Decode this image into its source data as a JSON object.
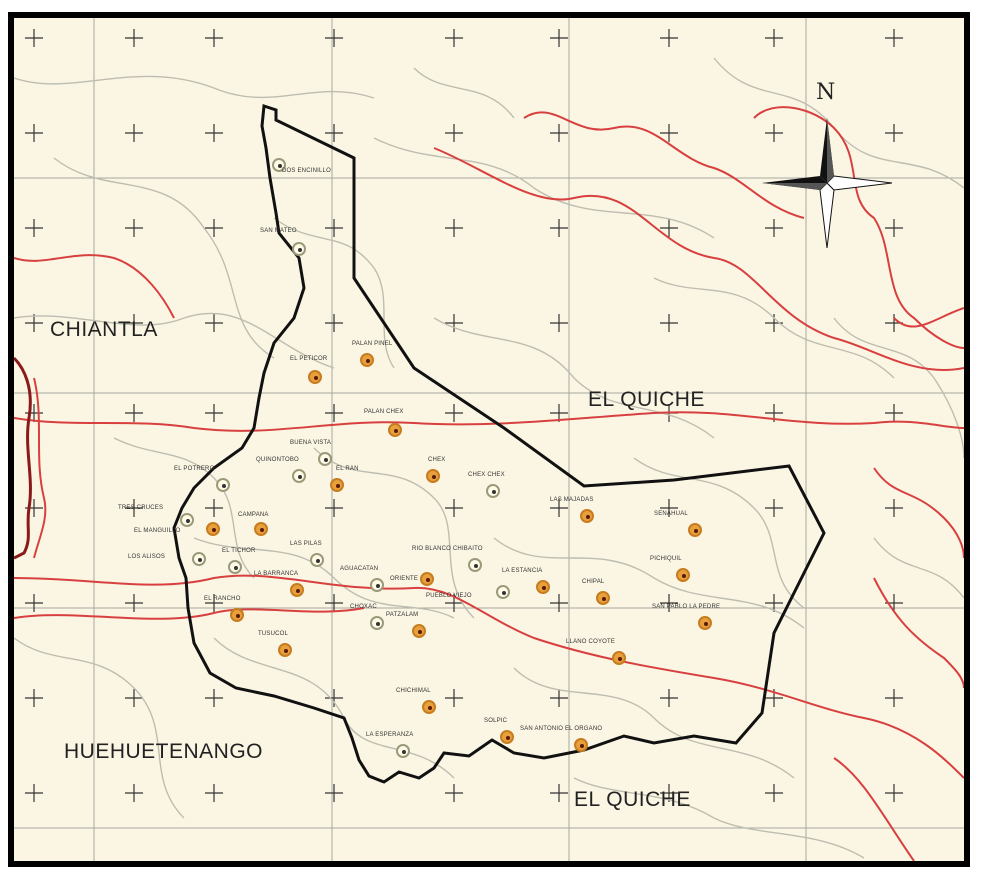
{
  "map": {
    "north_label": "N",
    "regions": {
      "chiantla": "CHIANTLA",
      "quiche_east": "EL QUICHE",
      "huehuetenango": "HUEHUETENANGO",
      "quiche_south": "EL QUICHE"
    },
    "places": [
      {
        "name": "DOS ENCINILLO",
        "type": "hamlet"
      },
      {
        "name": "SAN MATEO",
        "type": "hamlet"
      },
      {
        "name": "EL PETICOR",
        "type": "town"
      },
      {
        "name": "PALAN PINEL",
        "type": "town"
      },
      {
        "name": "PALAN CHEX",
        "type": "town"
      },
      {
        "name": "BUENA VISTA",
        "type": "hamlet"
      },
      {
        "name": "QUINONTOBO",
        "type": "hamlet"
      },
      {
        "name": "EL RAN",
        "type": "town"
      },
      {
        "name": "CHEX",
        "type": "town"
      },
      {
        "name": "CHEX CHEX",
        "type": "hamlet"
      },
      {
        "name": "EL POTRERO",
        "type": "hamlet"
      },
      {
        "name": "TRES CRUCES",
        "type": "hamlet"
      },
      {
        "name": "EL MANGUILLO",
        "type": "town"
      },
      {
        "name": "CAMPANA",
        "type": "town"
      },
      {
        "name": "LOS ALISOS",
        "type": "hamlet"
      },
      {
        "name": "EL TICHOR",
        "type": "hamlet"
      },
      {
        "name": "LAS PILAS",
        "type": "hamlet"
      },
      {
        "name": "LA BARRANCA",
        "type": "town"
      },
      {
        "name": "EL RANCHO",
        "type": "town"
      },
      {
        "name": "TUSUCOL",
        "type": "town"
      },
      {
        "name": "AGUACATAN",
        "type": "hamlet"
      },
      {
        "name": "ORIENTE",
        "type": "town"
      },
      {
        "name": "RIO BLANCO CHIBAITO",
        "type": "hamlet"
      },
      {
        "name": "CHOXAC",
        "type": "hamlet"
      },
      {
        "name": "PUEBLO VIEJO",
        "type": "hamlet"
      },
      {
        "name": "LA ESTANCIA",
        "type": "town"
      },
      {
        "name": "PATZALAM",
        "type": "town"
      },
      {
        "name": "LAS MAJADAS",
        "type": "town"
      },
      {
        "name": "CHIPAL",
        "type": "town"
      },
      {
        "name": "SENAHUAL",
        "type": "town"
      },
      {
        "name": "PICHIQUIL",
        "type": "town"
      },
      {
        "name": "SAN PABLO LA PEDRE",
        "type": "town"
      },
      {
        "name": "LLANO COYOTE",
        "type": "town"
      },
      {
        "name": "CHICHIMAL",
        "type": "town"
      },
      {
        "name": "LA ESPERANZA",
        "type": "hamlet"
      },
      {
        "name": "SOLPIC",
        "type": "town"
      },
      {
        "name": "SAN ANTONIO EL ORGANO",
        "type": "town"
      }
    ]
  },
  "colors": {
    "paper": "#fbf6e4",
    "boundary": "#111111",
    "rivers": "#d84040",
    "roads": "#bdbdb0",
    "grid": "#a7a7a0",
    "town_marker": "#e8a03c",
    "hamlet_marker": "#fffbe6"
  }
}
